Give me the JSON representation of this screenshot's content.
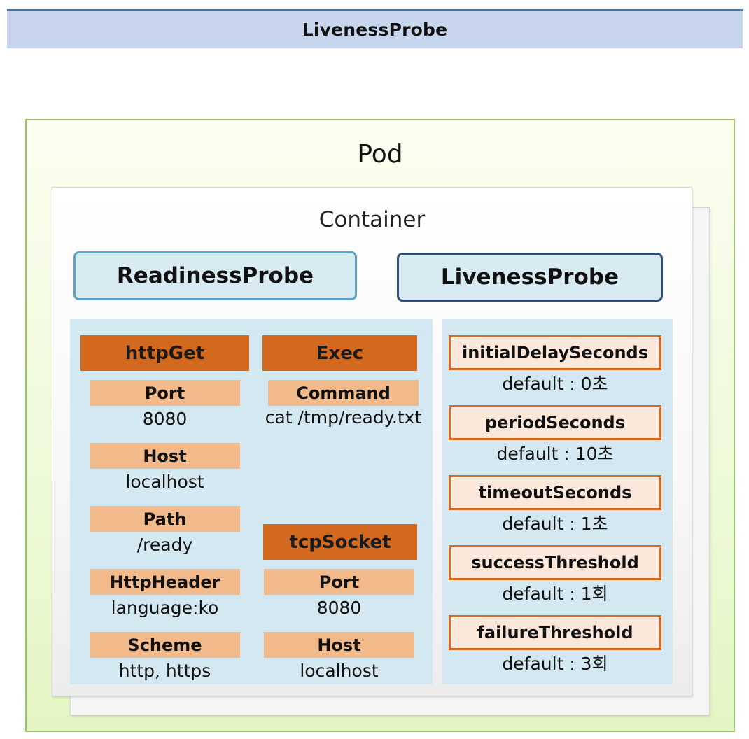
{
  "title": "LivenessProbe",
  "pod": {
    "title": "Pod"
  },
  "container": {
    "title": "Container"
  },
  "readiness": {
    "title": "ReadinessProbe",
    "httpGet": {
      "label": "httpGet",
      "fields": [
        {
          "name": "Port",
          "value": "8080"
        },
        {
          "name": "Host",
          "value": "localhost"
        },
        {
          "name": "Path",
          "value": "/ready"
        },
        {
          "name": "HttpHeader",
          "value": "language:ko"
        },
        {
          "name": "Scheme",
          "value": "http, https"
        }
      ]
    },
    "exec": {
      "label": "Exec",
      "fields": [
        {
          "name": "Command",
          "value": "cat /tmp/ready.txt"
        }
      ]
    },
    "tcpSocket": {
      "label": "tcpSocket",
      "fields": [
        {
          "name": "Port",
          "value": "8080"
        },
        {
          "name": "Host",
          "value": "localhost"
        }
      ]
    }
  },
  "liveness": {
    "title": "LivenessProbe",
    "params": [
      {
        "name": "initialDelaySeconds",
        "value": "default : 0초"
      },
      {
        "name": "periodSeconds",
        "value": "default : 10초"
      },
      {
        "name": "timeoutSeconds",
        "value": "default : 1초"
      },
      {
        "name": "successThreshold",
        "value": "default : 1회"
      },
      {
        "name": "failureThreshold",
        "value": "default : 3회"
      }
    ]
  },
  "colors": {
    "title_bar": "#c7d6ec",
    "pod_border": "#9bc46b",
    "readiness_border": "#5aa4c4",
    "liveness_border": "#2e4d74",
    "category": "#d2691e",
    "field": "#f2b98a",
    "param_fill": "#fce8da",
    "panel": "#d4e8f1"
  }
}
